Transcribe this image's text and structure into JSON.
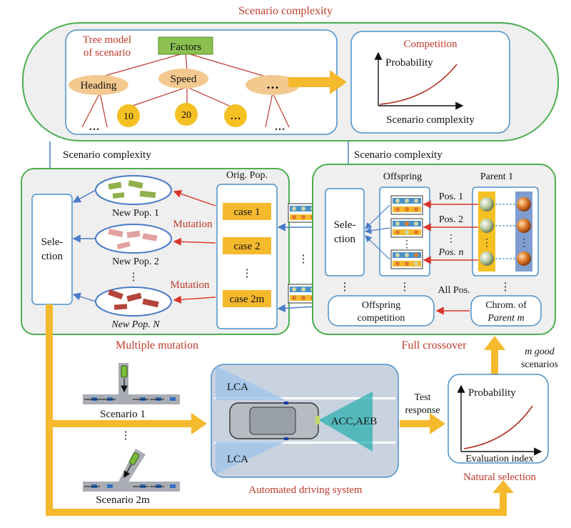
{
  "titles": {
    "scenario_complexity_top": "Scenario complexity",
    "tree_model": [
      "Tree model",
      "of scenario"
    ],
    "competition": "Competition",
    "multiple_mutation": "Multiple mutation",
    "full_crossover": "Full crossover",
    "automated_driving": "Automated driving system",
    "natural_selection": "Natural selection"
  },
  "tree": {
    "root": "Factors",
    "heading": "Heading",
    "speed": "Speed",
    "more": "…",
    "speed_values": [
      "10",
      "20",
      "…"
    ],
    "dots": "…"
  },
  "competition_plot": {
    "ylabel": "Probability",
    "xlabel": "Scenario complexity"
  },
  "links": {
    "left_complexity": "Scenario complexity",
    "right_complexity": "Scenario complexity"
  },
  "mutation": {
    "selection": [
      "Sele-",
      "ction"
    ],
    "new_pops": [
      "New Pop. 1",
      "New Pop. 2",
      "New Pop. N"
    ],
    "mutation_labels": [
      "Mutation",
      "Mutation"
    ],
    "vdots": "⋮",
    "orig_pop": "Orig. Pop.",
    "cases": [
      "case 1",
      "case 2",
      "case 2m"
    ]
  },
  "crossover": {
    "selection": [
      "Sele-",
      "ction"
    ],
    "offspring": "Offspring",
    "parent1": "Parent 1",
    "positions": [
      "Pos. 1",
      "Pos. 2",
      "Pos. n"
    ],
    "all_pos": "All Pos.",
    "offspring_competition": [
      "Offspring",
      "competition"
    ],
    "chrom_parent": [
      "Chrom. of",
      "Parent m"
    ]
  },
  "bottom": {
    "scenario1": "Scenario 1",
    "scenario2m": "Scenario 2m",
    "vdots": "⋮",
    "lca_top": "LCA",
    "lca_bottom": "LCA",
    "acc_aeb": "ACC,AEB",
    "test_response": [
      "Test",
      "response"
    ],
    "m_good": [
      "m good",
      "scenarios"
    ],
    "eval_plot_ylabel": "Probability",
    "eval_plot_xlabel": "Evaluation index"
  },
  "colors": {
    "green_border": "#4caf50",
    "blue_border": "#4a90c8",
    "yellow": "#f5b92e",
    "red": "#c0392b",
    "panel_bg": "#efefef"
  }
}
